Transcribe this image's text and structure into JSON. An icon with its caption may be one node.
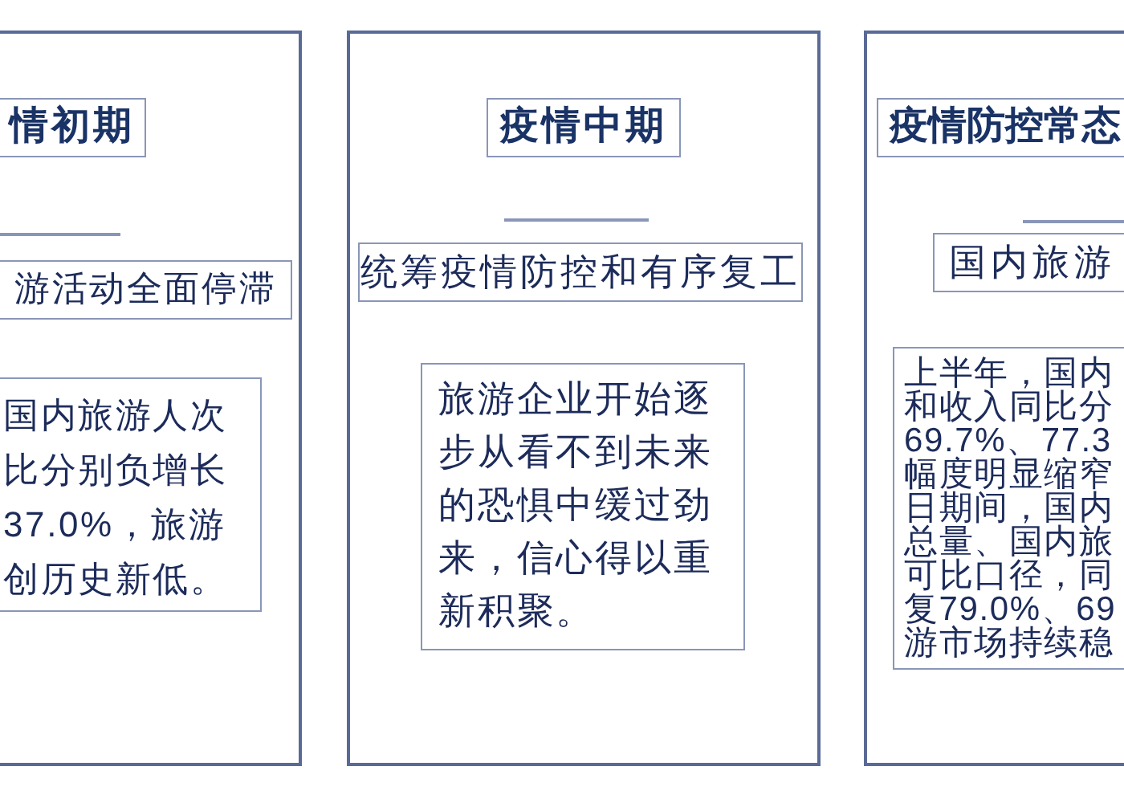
{
  "diagram": {
    "nodes": [
      {
        "text": [],
        "shape": "box"
      },
      {
        "text": [
          "情初期"
        ],
        "in": 0
      },
      {
        "text": [
          "游活动全面停滞"
        ],
        "in": 0
      },
      {
        "text": [
          "国内旅游人次比分别负增长37.0%，旅游创历史新低。"
        ],
        "in": 0
      },
      {
        "text": [],
        "shape": "box"
      },
      {
        "text": [
          "疫情中期"
        ],
        "in": 4
      },
      {
        "text": [
          "统筹疫情防控和有序复工"
        ],
        "in": 4
      },
      {
        "text": [
          "旅游企业开始逐步从看不到未来的恐惧中缓过劲来，信心得以重新积聚。"
        ],
        "in": 4
      },
      {
        "text": [],
        "shape": "box"
      },
      {
        "text": [
          "疫情防控常态"
        ],
        "in": 8
      },
      {
        "text": [
          "国内旅游"
        ],
        "in": 8
      },
      {
        "text": [
          "上半年，国内和收入同比分69.7%、77.3幅度明显缩窄日期间，国内总量、国内旅可比口径，同复79.0%、69游市场持续稳"
        ],
        "in": 8
      }
    ]
  }
}
